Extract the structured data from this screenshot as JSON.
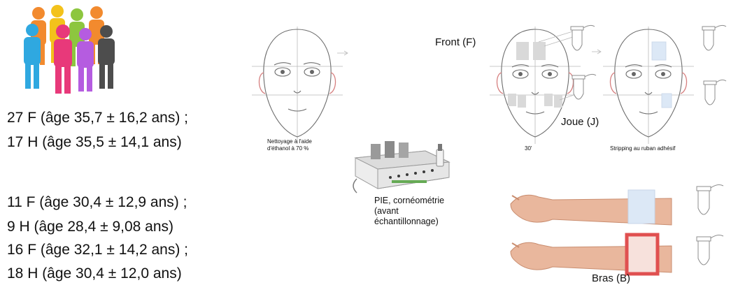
{
  "cohorts": [
    {
      "f": "27 F (âge 35,7 ± 16,2 ans) ;",
      "h": "17 H (âge 35,5 ± 14,1 ans)"
    },
    {
      "f": "11 F (âge 30,4 ± 12,9 ans) ;",
      "h": "9 H (âge 28,4 ± 9,08 ans)"
    },
    {
      "f": "16 F (âge 32,1 ± 14,2 ans) ;",
      "h": "18 H (âge 30,4 ± 12,0 ans)"
    }
  ],
  "steps": {
    "cleaning_line1": "Nettoyage à l'aide",
    "cleaning_line2": "d'éthanol à 70 %",
    "angle": "30'",
    "stripping": "Stripping au ruban adhésif",
    "device_line1": "PIE, cornéométrie",
    "device_line2": "(avant",
    "device_line3": "échantillonnage)"
  },
  "sites": {
    "front": "Front (F)",
    "joue": "Joue (J)",
    "bras": "Bras (B)"
  },
  "colors": {
    "people": [
      "#f28a2e",
      "#f3c21b",
      "#8dc63f",
      "#2fa8e0",
      "#e8397a",
      "#b55ce0",
      "#4d4d4d"
    ],
    "patch": "#d9d9d9",
    "tape": "#dce8f6",
    "ear": "#d67f7f",
    "arm_outline": "#e05050"
  }
}
